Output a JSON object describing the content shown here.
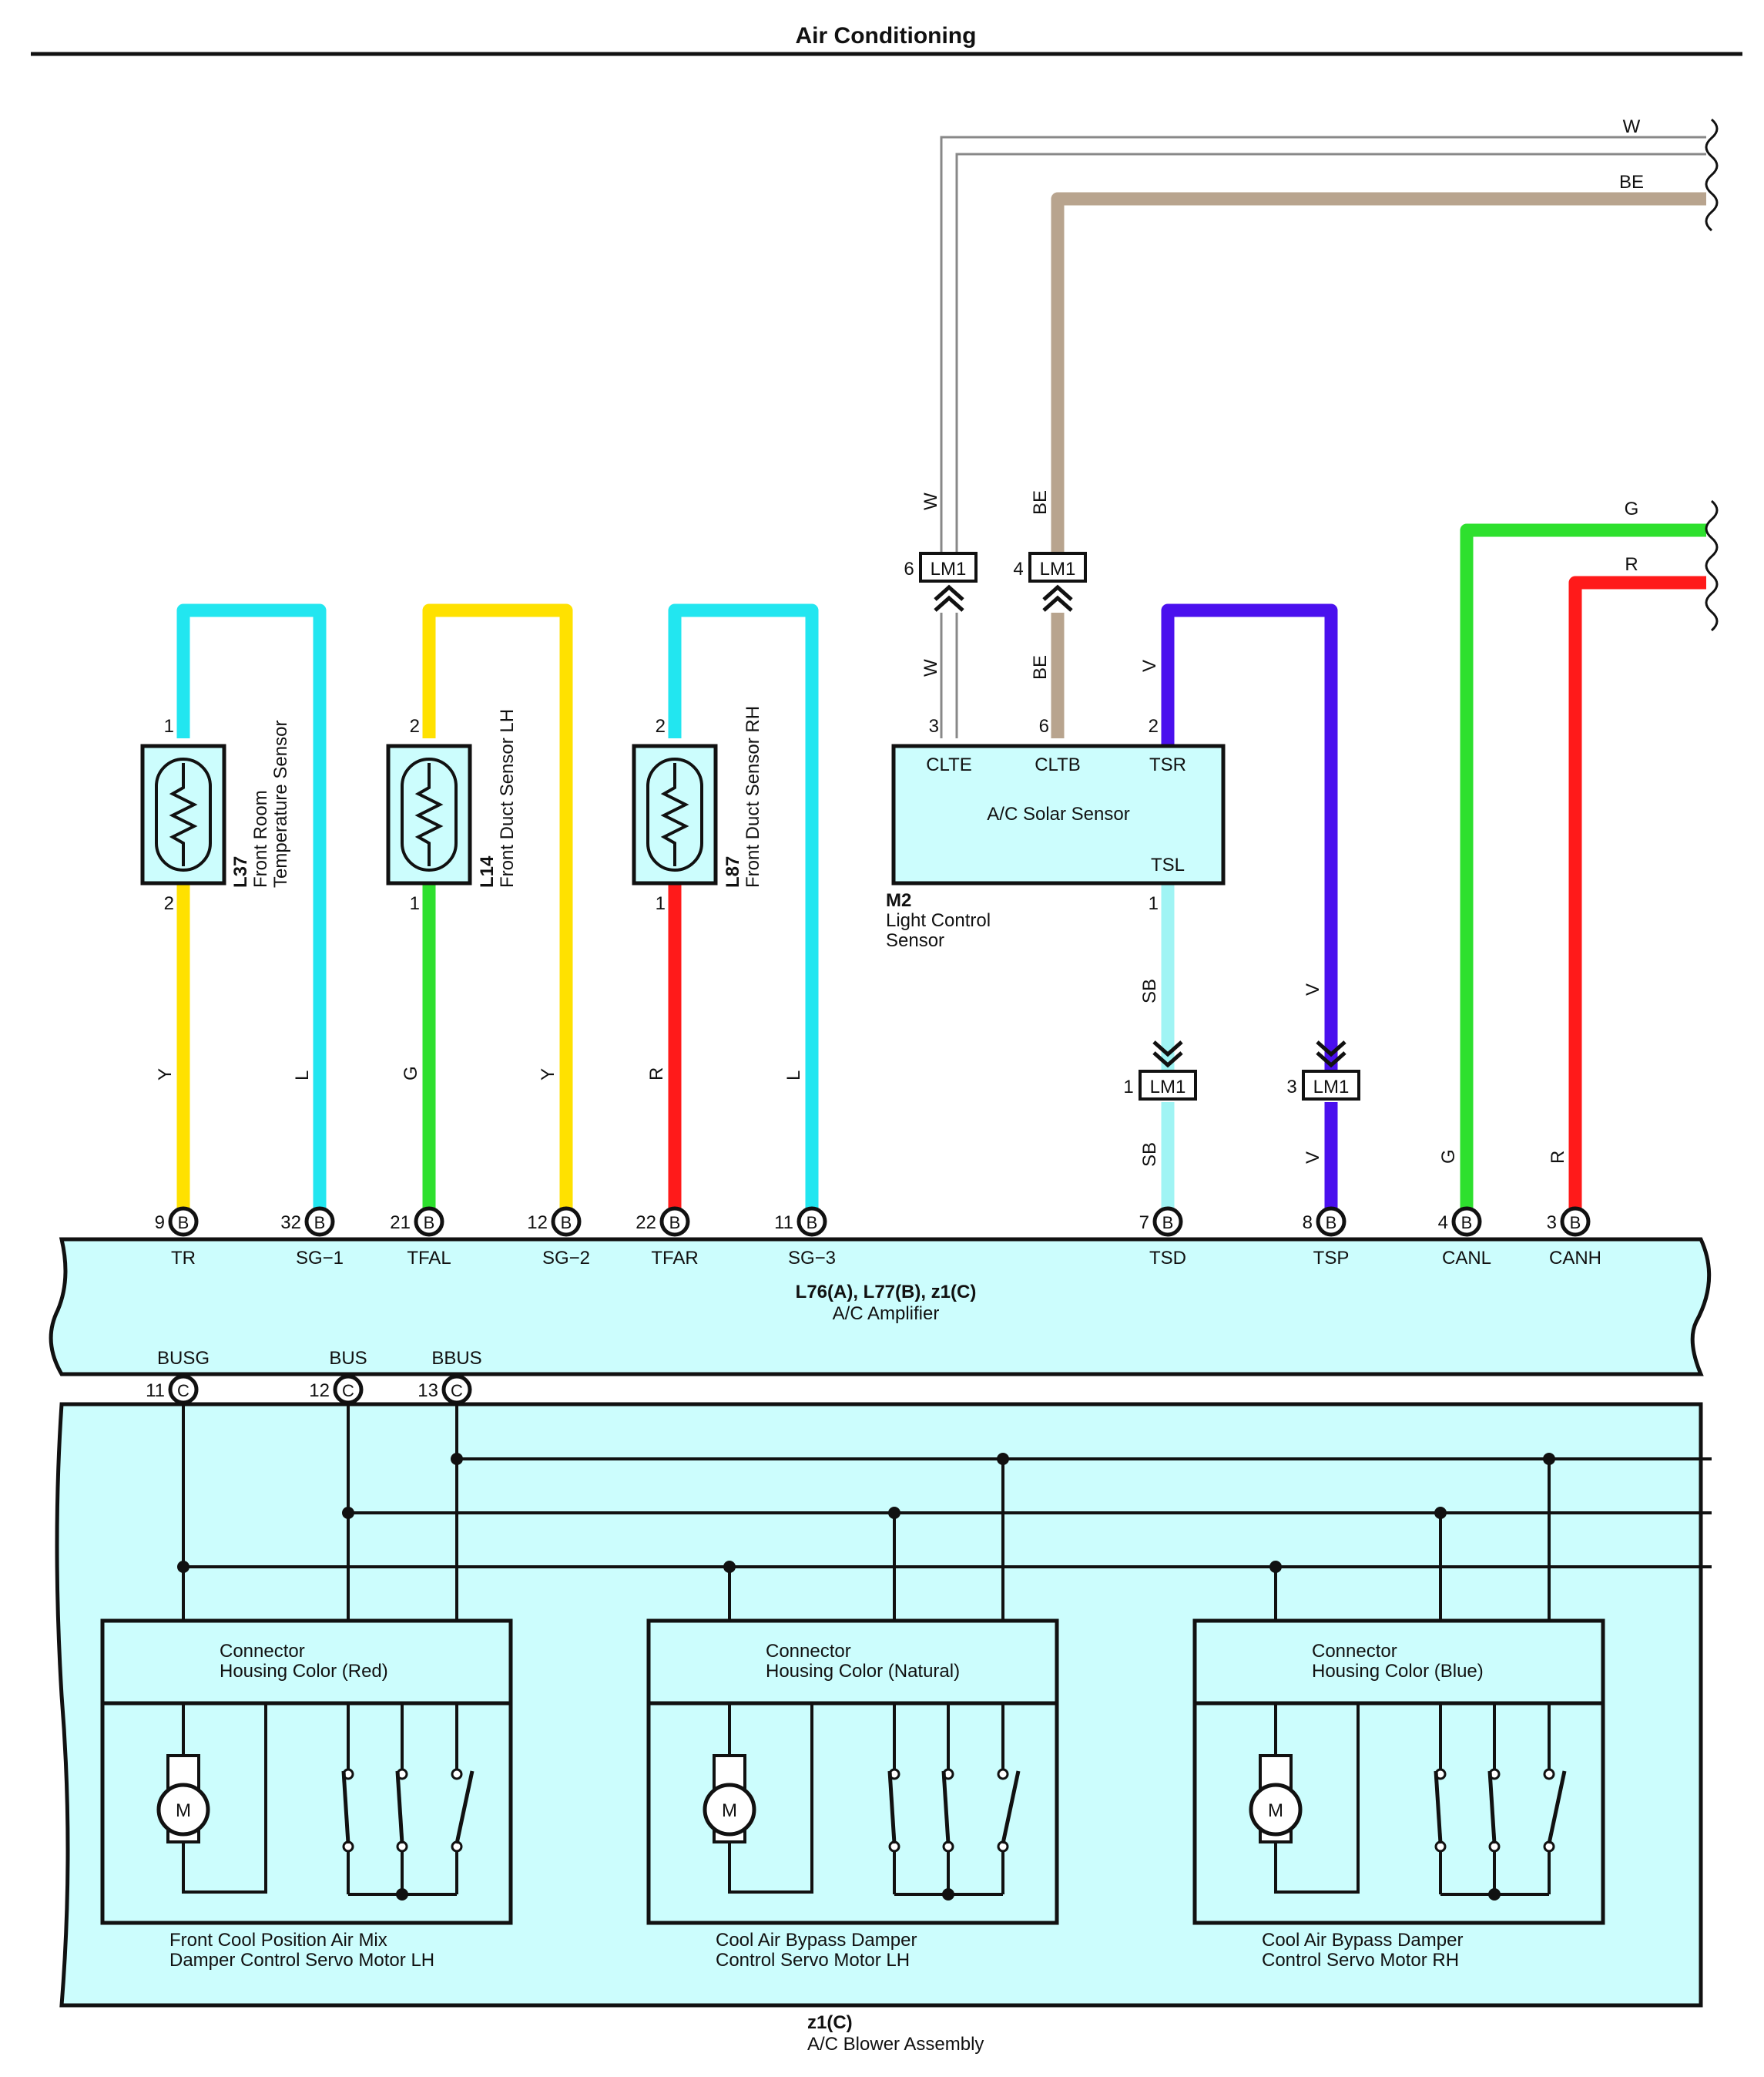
{
  "title": "Air Conditioning",
  "colors": {
    "cyan": "#22e6f0",
    "yellow": "#ffe100",
    "green": "#2ee02e",
    "red": "#ff1a1a",
    "beige": "#b8a48e",
    "violet": "#4a10ee",
    "sky": "#a0f4f4",
    "body_fill": "#ccfdfd"
  },
  "top_wires": {
    "W": "W",
    "BE": "BE",
    "G": "G",
    "R": "R"
  },
  "sensors": [
    {
      "code": "L37",
      "name1": "Front Room",
      "name2": "Temperature Sensor",
      "pin_top": "1",
      "pin_bottom": "2",
      "wire_left": "Y",
      "wire_right": "L"
    },
    {
      "code": "L14",
      "name1": "Front Duct Sensor LH",
      "name2": "",
      "pin_top": "2",
      "pin_bottom": "1",
      "wire_left": "G",
      "wire_right": "Y"
    },
    {
      "code": "L87",
      "name1": "Front Duct Sensor RH",
      "name2": "",
      "pin_top": "2",
      "pin_bottom": "1",
      "wire_left": "R",
      "wire_right": "L"
    }
  ],
  "solar": {
    "title": "A/C Solar Sensor",
    "code": "M2",
    "name1": "Light Control",
    "name2": "Sensor",
    "terms": {
      "clte": "CLTE",
      "cltb": "CLTB",
      "tsr": "TSR",
      "tsl": "TSL"
    },
    "pins": {
      "clte": "3",
      "cltb": "6",
      "tsr": "2",
      "tsl": "1"
    },
    "wires": {
      "clte": "W",
      "cltb": "BE",
      "tsr": "V",
      "tsl": "SB",
      "tsp": "V"
    }
  },
  "junction": {
    "label": "LM1",
    "pins": {
      "w": "6",
      "be": "4",
      "sb": "1",
      "v": "3"
    }
  },
  "amplifier": {
    "code": "L76(A), L77(B), z1(C)",
    "name": "A/C Amplifier",
    "terminals": [
      {
        "pin": "9",
        "conn": "B",
        "name": "TR"
      },
      {
        "pin": "32",
        "conn": "B",
        "name": "SG−1"
      },
      {
        "pin": "21",
        "conn": "B",
        "name": "TFAL"
      },
      {
        "pin": "12",
        "conn": "B",
        "name": "SG−2"
      },
      {
        "pin": "22",
        "conn": "B",
        "name": "TFAR"
      },
      {
        "pin": "11",
        "conn": "B",
        "name": "SG−3"
      },
      {
        "pin": "7",
        "conn": "B",
        "name": "TSD"
      },
      {
        "pin": "8",
        "conn": "B",
        "name": "TSP"
      },
      {
        "pin": "4",
        "conn": "B",
        "name": "CANL"
      },
      {
        "pin": "3",
        "conn": "B",
        "name": "CANH"
      }
    ],
    "bus_terminals": [
      {
        "pin": "11",
        "conn": "C",
        "name": "BUSG"
      },
      {
        "pin": "12",
        "conn": "C",
        "name": "BUS"
      },
      {
        "pin": "13",
        "conn": "C",
        "name": "BBUS"
      }
    ]
  },
  "wire_labels_bottom": {
    "g": "G",
    "r": "R",
    "sb": "SB",
    "v": "V"
  },
  "motors": [
    {
      "conn1": "Connector",
      "conn2": "Housing Color (Red)",
      "name1": "Front Cool Position Air Mix",
      "name2": "Damper Control Servo Motor LH",
      "symbol": "M"
    },
    {
      "conn1": "Connector",
      "conn2": "Housing Color (Natural)",
      "name1": "Cool Air Bypass Damper",
      "name2": "Control Servo Motor LH",
      "symbol": "M"
    },
    {
      "conn1": "Connector",
      "conn2": "Housing Color (Blue)",
      "name1": "Cool Air Bypass Damper",
      "name2": "Control Servo Motor RH",
      "symbol": "M"
    }
  ],
  "blower": {
    "code": "z1(C)",
    "name": "A/C Blower Assembly"
  }
}
